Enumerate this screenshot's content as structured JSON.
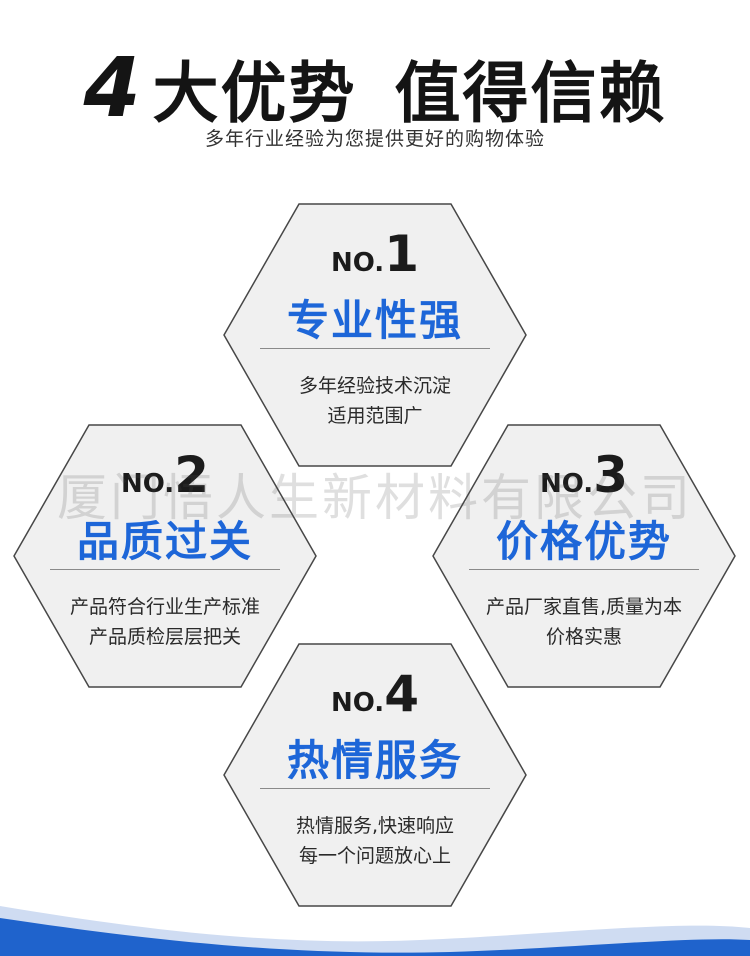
{
  "header": {
    "title_num": "4",
    "title_part1": "大优势",
    "title_part2": "值得信赖",
    "subtitle": "多年行业经验为您提供更好的购物体验"
  },
  "watermark": "厦门悟人生新材料有限公司",
  "colors": {
    "accent": "#1d66d8",
    "hex_fill": "#f0f0f0",
    "hex_stroke": "#474747",
    "wave": "#1f63cc"
  },
  "advantages": [
    {
      "no_prefix": "NO.",
      "number": "1",
      "title": "专业性强",
      "desc_line1": "多年经验技术沉淀",
      "desc_line2": "适用范围广"
    },
    {
      "no_prefix": "NO.",
      "number": "2",
      "title": "品质过关",
      "desc_line1": "产品符合行业生产标准",
      "desc_line2": "产品质检层层把关"
    },
    {
      "no_prefix": "NO.",
      "number": "3",
      "title": "价格优势",
      "desc_line1": "产品厂家直售,质量为本",
      "desc_line2": "价格实惠"
    },
    {
      "no_prefix": "NO.",
      "number": "4",
      "title": "热情服务",
      "desc_line1": "热情服务,快速响应",
      "desc_line2": "每一个问题放心上"
    }
  ]
}
